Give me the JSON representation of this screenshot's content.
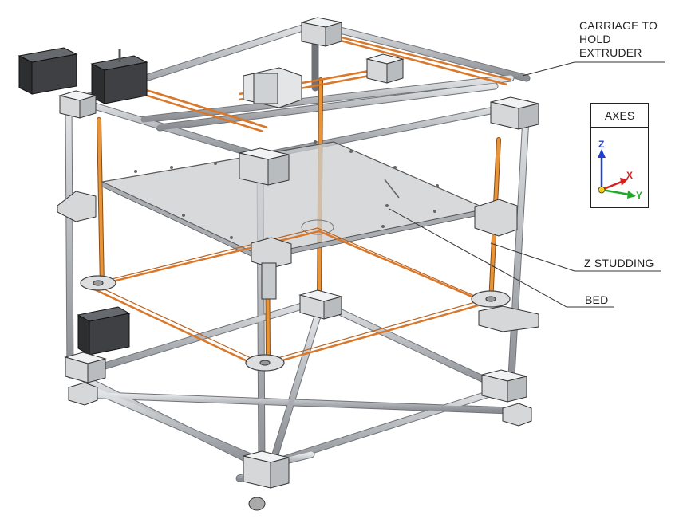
{
  "labels": {
    "carriage_line1": "CARRIAGE TO",
    "carriage_line2": "HOLD",
    "carriage_line3": "EXTRUDER",
    "z_studding": "Z STUDDING",
    "bed": "BED"
  },
  "axes": {
    "title": "AXES",
    "z": "Z",
    "x": "X",
    "y": "Y"
  },
  "colors": {
    "rod": "#b9bcc0",
    "rod_edge": "#6f7378",
    "studding": "#e08a2c",
    "belt": "#d9772a",
    "bed": "#d4d6d8",
    "motor": "#3b3d40",
    "axis_z": "#1f3fd6",
    "axis_x": "#d42020",
    "axis_y": "#1faa2a",
    "leader": "#333333"
  },
  "icons": [
    "stepper-motor-icon",
    "frame-vertex-icon",
    "pulley-icon"
  ]
}
